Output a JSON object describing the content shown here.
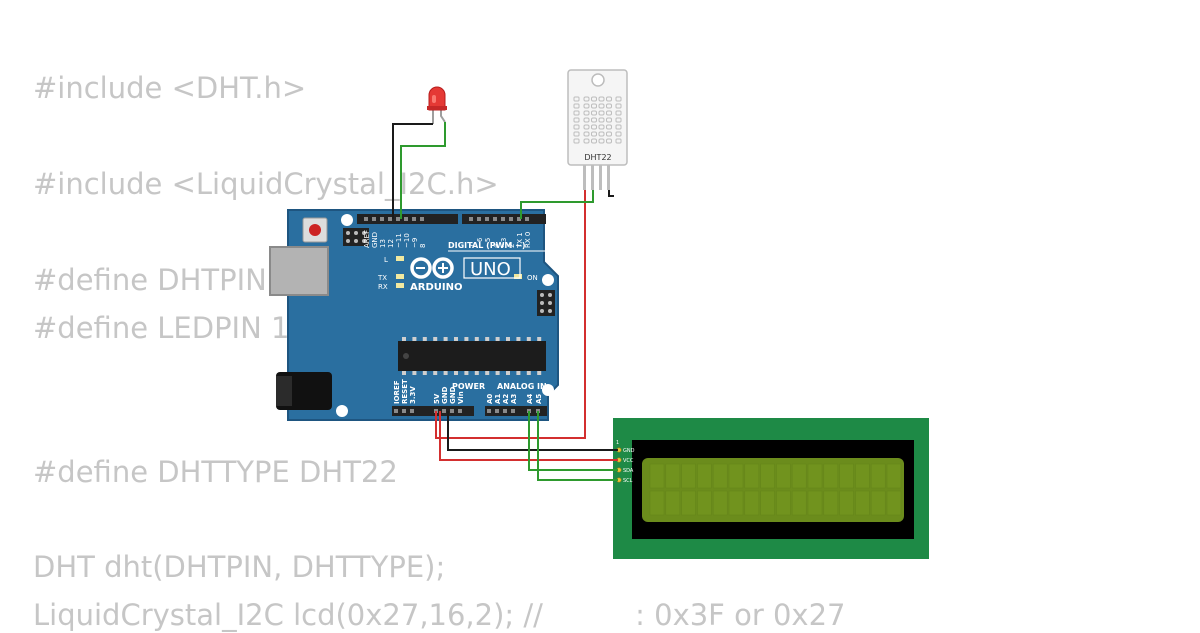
{
  "code_lines": [
    "#include <DHT.h>",
    "#include <LiquidCrystal_I2C.h>",
    "#define DHTPIN 2",
    "#define LEDPIN 13",
    "#define DHTTYPE DHT22",
    "DHT dht(DHTPIN, DHTTYPE);",
    "LiquidCrystal_I2C lcd(0x27,16,2); //          : 0x3F or 0x27"
  ],
  "arduino": {
    "model": "UNO",
    "brand": "ARDUINO",
    "digital_header_label": "DIGITAL (PWM ~)",
    "power_label": "POWER",
    "analog_label": "ANALOG IN",
    "led_l": "L",
    "led_tx": "TX",
    "led_rx": "RX",
    "led_on": "ON",
    "top_pins": [
      "AREF",
      "GND",
      "13",
      "12",
      "~11",
      "~10",
      "~9",
      "8",
      "7",
      "~6",
      "~5",
      "4",
      "~3",
      "2",
      "TX 1",
      "RX 0"
    ],
    "bottom_power_pins": [
      "IOREF",
      "RESET",
      "3.3V",
      "5V",
      "GND",
      "GND",
      "Vin"
    ],
    "bottom_analog_pins": [
      "A0",
      "A1",
      "A2",
      "A3",
      "A4",
      "A5"
    ]
  },
  "dht22": {
    "label": "DHT22"
  },
  "lcd": {
    "pins": [
      "GND",
      "VCC",
      "SDA",
      "SCL"
    ],
    "pin1_marker": "1"
  },
  "colors": {
    "board": "#2a6fa0",
    "board_dark": "#1e5580",
    "wire_red": "#d32f2f",
    "wire_black": "#1a1a1a",
    "wire_green": "#2e9a2e",
    "lcd_pcb": "#1e8a46",
    "lcd_screen": "#6b8c1c",
    "code_text": "#c6c6c6"
  }
}
